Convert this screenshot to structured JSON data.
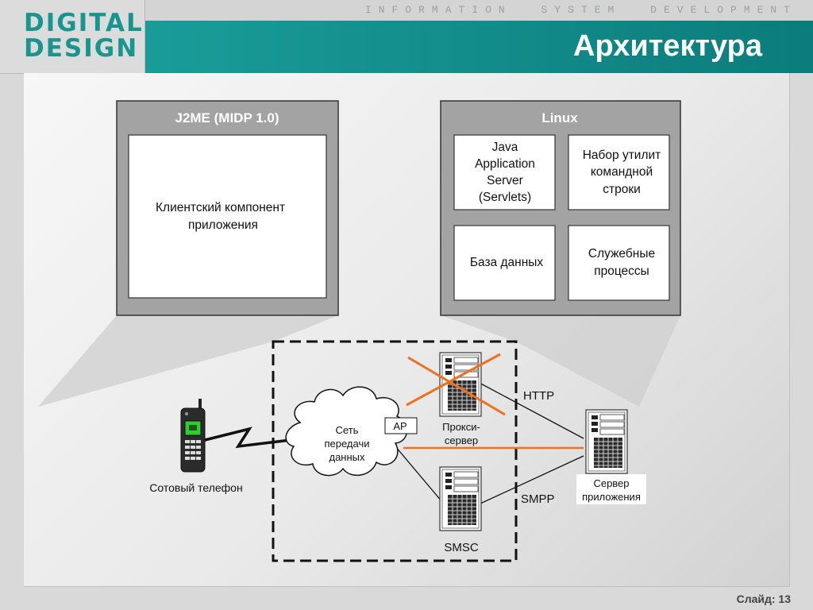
{
  "header": {
    "logo_line1": "DIGITAL",
    "logo_line2": "DESIGN",
    "tagline": [
      "INFORMATION",
      "SYSTEM",
      "DEVELOPMENT"
    ],
    "title": "Архитектура"
  },
  "diagram": {
    "j2me_box": {
      "title": "J2ME (MIDP 1.0)",
      "inner_line1": "Клиентский компонент",
      "inner_line2": "приложения"
    },
    "linux_box": {
      "title": "Linux",
      "app_server": [
        "Java",
        "Application",
        "Server",
        "(Servlets)"
      ],
      "cli_tools": [
        "Набор утилит",
        "командной",
        "строки"
      ],
      "database": "База данных",
      "services": [
        "Служебные",
        "процессы"
      ]
    },
    "phone_label": "Сотовый телефон",
    "cloud_label": [
      "Сеть",
      "передачи",
      "данных"
    ],
    "ap_label": "AP",
    "proxy_label": [
      "Прокси-",
      "сервер"
    ],
    "http_label": "HTTP",
    "smpp_label": "SMPP",
    "smsc_label": "SMSC",
    "app_server_label": [
      "Сервер",
      "приложения"
    ]
  },
  "footer": {
    "slide": "Слайд: 13"
  },
  "colors": {
    "accent": "#18958f",
    "title_bar": "#0e8080",
    "cross_out": "#f07020",
    "phone_screen": "#33cc33"
  }
}
